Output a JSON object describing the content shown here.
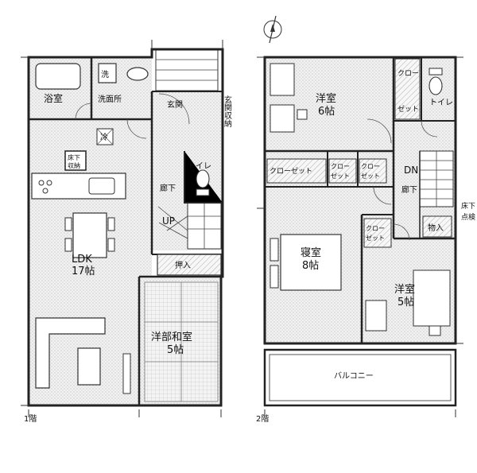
{
  "floor1": {
    "floor_label": "1階",
    "bath": "浴室",
    "washroom": "洗面所",
    "wash_mark": "洗",
    "entrance": "玄関",
    "entrance_storage": "玄関収納",
    "underfloor_top": "床下",
    "underfloor_bottom": "収納",
    "fridge": "冷",
    "hall": "廊下",
    "toilet": "トイレ",
    "up": "UP",
    "ldk_name": "LDK",
    "ldk_size": "17帖",
    "oshiire": "押入",
    "japanese_name": "洋部和室",
    "japanese_size": "5帖"
  },
  "floor2": {
    "floor_label": "2階",
    "room_a_name": "洋室",
    "room_a_size": "6帖",
    "closet_top_a": "クロー",
    "closet_top_b": "ゼット",
    "toilet": "トイレ",
    "closet_wide": "クローゼット",
    "closet_small1_a": "クロー",
    "closet_small1_b": "ゼット",
    "closet_small2_a": "クロー",
    "closet_small2_b": "ゼット",
    "dn": "DN",
    "hall": "廊下",
    "bedroom_name": "寝室",
    "bedroom_size": "8帖",
    "closet_mid_a": "クロー",
    "closet_mid_b": "ゼット",
    "storage": "物入",
    "underfloor_hatch_a": "床下",
    "underfloor_hatch_b": "点検",
    "room_b_name": "洋室",
    "room_b_size": "5帖",
    "balcony": "バルコニー"
  }
}
